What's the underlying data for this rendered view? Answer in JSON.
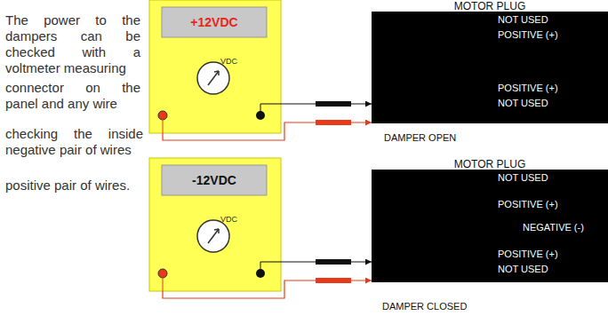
{
  "diagram": {
    "nodes": [
      {
        "text": [
          "+12VDC",
          "VDC"
        ]
      },
      {
        "text": [
          "MOTOR PLUG",
          "NOT USED",
          "POSITIVE (+)",
          "POSITIVE (+)",
          "NOT USED"
        ]
      },
      {
        "text": [
          "-12VDC",
          "VDC"
        ]
      },
      {
        "text": [
          "MOTOR PLUG",
          "NOT USED",
          "POSITIVE (+)",
          "NEGATIVE (-)",
          "POSITIVE (+)",
          "NOT USED"
        ]
      }
    ],
    "edges": [
      {
        "from": 0,
        "to": 1,
        "arrow": "to"
      },
      {
        "from": 0,
        "to": 1,
        "arrow": "to"
      },
      {
        "from": 2,
        "to": 3,
        "arrow": "to"
      },
      {
        "from": 2,
        "to": 3,
        "arrow": "to"
      }
    ],
    "labels": [
      "The power to the dampers can be checked with a voltmeter measuring",
      "connector on the panel and any wire",
      "checking the inside negative pair of wires",
      "positive pair of wires.",
      "DAMPER OPEN",
      "DAMPER CLOSED"
    ]
  }
}
